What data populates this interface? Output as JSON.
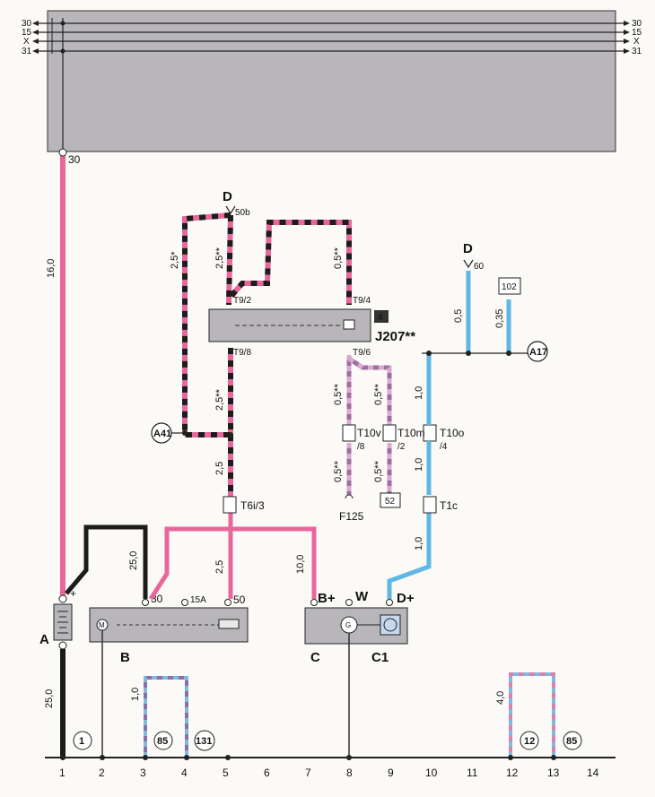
{
  "bus_labels_left": [
    "30",
    "15",
    "X",
    "31"
  ],
  "bus_labels_right": [
    "30",
    "15",
    "X",
    "31"
  ],
  "connections": {
    "relay_tap": "30",
    "d_top": "D",
    "d_top_pin": "50b",
    "d_right": "D",
    "d_right_pin": "60",
    "b_pin30": "30",
    "b_pin15a": "15A",
    "b_pin50": "50",
    "c_bplus": "B+",
    "c_w": "W",
    "c_dplus": "D+",
    "plus": "+"
  },
  "components": {
    "battery": "A",
    "starter": "B",
    "alternator": "C",
    "regulator": "C1",
    "relay": "J207**",
    "relay_box": "4",
    "f125": "F125",
    "box_102": "102",
    "box_52": "52",
    "a41": "A41",
    "a17": "A17"
  },
  "pins": {
    "t9_2": "T9/2",
    "t9_4": "T9/4",
    "t9_8": "T9/8",
    "t9_6": "T9/6",
    "t10v": "T10v",
    "t10v_sub": "/8",
    "t10m": "T10m",
    "t10m_sub": "/2",
    "t10o": "T10o",
    "t10o_sub": "/4",
    "t1c": "T1c",
    "t6i": "T6i/3"
  },
  "wires": {
    "w16": "16,0",
    "w25_top": "25,0",
    "w25_bottom": "25,0",
    "w25s": "2,5*",
    "w25ss_a": "2,5**",
    "w25ss_b": "2,5**",
    "w25_mid": "2,5",
    "w25_low": "2,5",
    "w05ss_top": "0,5**",
    "w05ss_a": "0,5**",
    "w05ss_b": "0,5**",
    "w05ss_c": "0,5**",
    "w05ss_d": "0,5**",
    "w05": "0,5",
    "w035": "0,35",
    "w10_a": "1,0",
    "w10_b": "1,0",
    "w10_c": "1,0",
    "w10_d": "1,0",
    "w100": "10,0",
    "w40": "4,0"
  },
  "bottom_circles": [
    "1",
    "85",
    "131",
    "12",
    "85"
  ],
  "ground_numbers": [
    "1",
    "2",
    "3",
    "4",
    "5",
    "6",
    "7",
    "8",
    "9",
    "10",
    "11",
    "12",
    "13",
    "14"
  ],
  "colors": {
    "panel": "#b8b6ba",
    "wire_pink": "#e8679b",
    "wire_black": "#1c1c1c",
    "wire_blue": "#5fb7e3",
    "wire_purple": "#9c6ea0",
    "wire_rose": "#d783ad"
  }
}
